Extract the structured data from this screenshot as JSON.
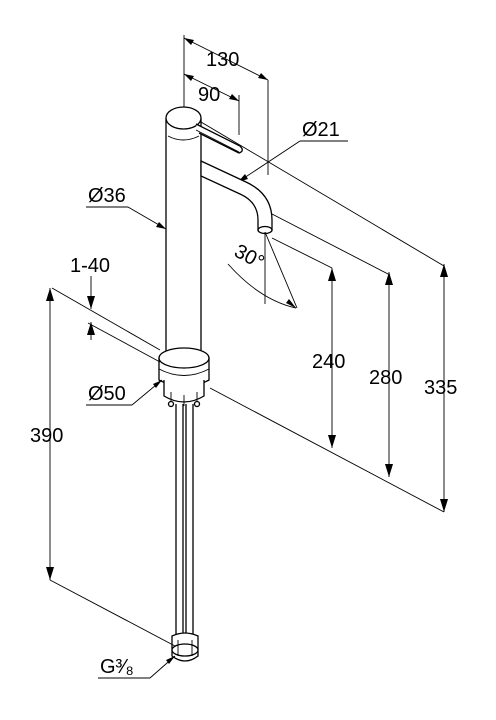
{
  "drawing": {
    "dim_total_width": "130",
    "dim_lever_width": "90",
    "dim_spout_diameter": "Ø21",
    "dim_body_diameter": "Ø36",
    "dim_deck_thickness": "1-40",
    "dim_base_diameter": "Ø50",
    "dim_spout_angle": "30°",
    "dim_spout_height": "240",
    "dim_outlet_height": "280",
    "dim_total_height": "335",
    "dim_hose_length": "390",
    "dim_thread": "G³⁄₈"
  }
}
